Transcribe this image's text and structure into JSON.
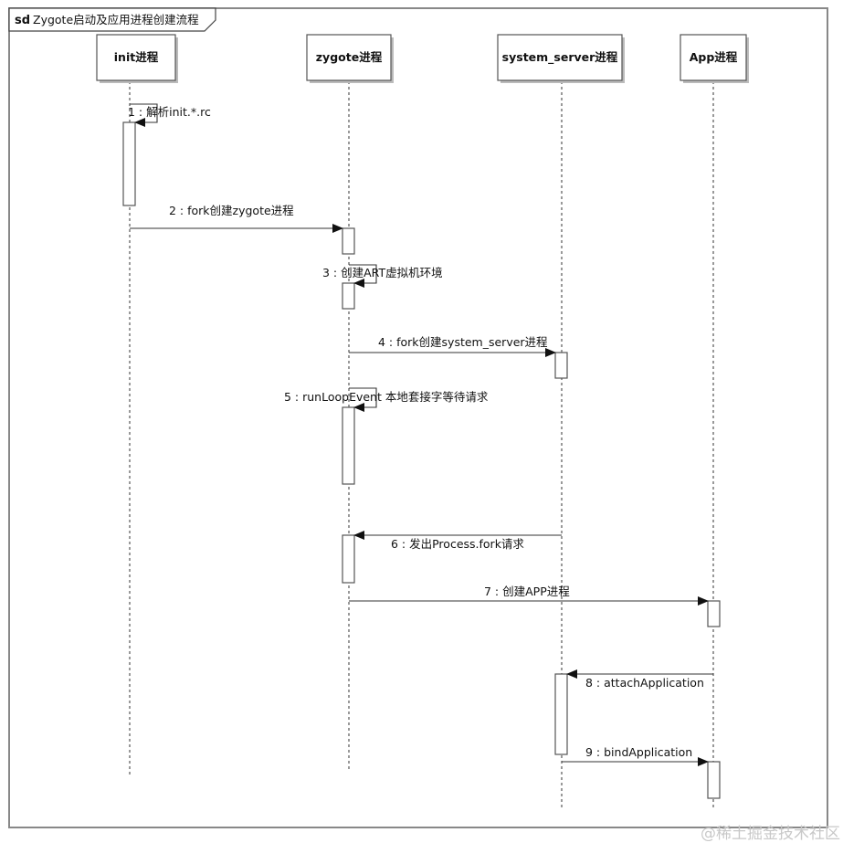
{
  "frame": {
    "keyword": "sd",
    "title": "Zygote启动及应用进程创建流程"
  },
  "lifelines": [
    {
      "id": "init",
      "label": "init进程"
    },
    {
      "id": "zygote",
      "label": "zygote进程"
    },
    {
      "id": "system_server",
      "label": "system_server进程"
    },
    {
      "id": "app",
      "label": "App进程"
    }
  ],
  "messages": [
    {
      "label": "1 : 解析init.*.rc",
      "from": "init",
      "to": "init",
      "kind": "self"
    },
    {
      "label": "2 : fork创建zygote进程",
      "from": "init",
      "to": "zygote",
      "kind": "sync"
    },
    {
      "label": "3 : 创建ART虚拟机环境",
      "from": "zygote",
      "to": "zygote",
      "kind": "self"
    },
    {
      "label": "4 : fork创建system_server进程",
      "from": "zygote",
      "to": "system_server",
      "kind": "sync"
    },
    {
      "label": "5 : runLoopEvent 本地套接字等待请求",
      "from": "zygote",
      "to": "zygote",
      "kind": "self"
    },
    {
      "label": "6 : 发出Process.fork请求",
      "from": "system_server",
      "to": "zygote",
      "kind": "sync"
    },
    {
      "label": "7 : 创建APP进程",
      "from": "zygote",
      "to": "app",
      "kind": "sync"
    },
    {
      "label": "8 : attachApplication",
      "from": "app",
      "to": "system_server",
      "kind": "sync"
    },
    {
      "label": "9 : bindApplication",
      "from": "system_server",
      "to": "app",
      "kind": "sync"
    }
  ],
  "watermark": "@稀土掘金技术社区",
  "colors": {
    "line": "#333333",
    "frame": "#888888",
    "shadow": "#bbbbbb",
    "background": "#ffffff"
  }
}
